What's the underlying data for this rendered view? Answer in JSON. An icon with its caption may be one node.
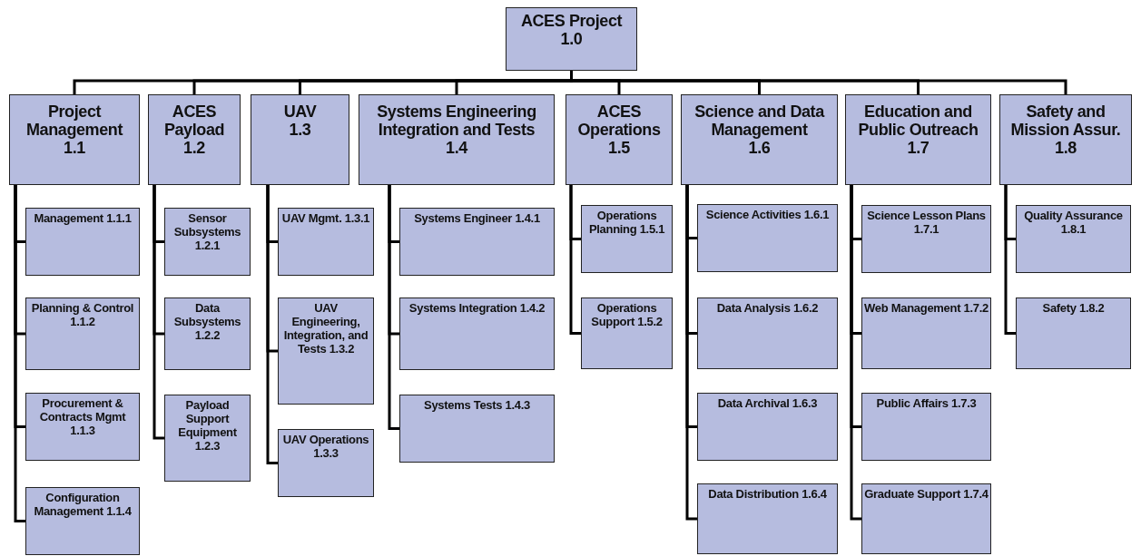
{
  "diagram": {
    "nodes": [
      {
        "text": [
          "ACES Project",
          "1.0"
        ]
      },
      {
        "text": [
          "Project Management",
          "1.1"
        ]
      },
      {
        "text": [
          "ACES Payload",
          "1.2"
        ]
      },
      {
        "text": [
          "UAV",
          "1.3"
        ]
      },
      {
        "text": [
          "Systems Engineering Integration and Tests",
          "1.4"
        ]
      },
      {
        "text": [
          "ACES Operations",
          "1.5"
        ]
      },
      {
        "text": [
          "Science and Data Management",
          "1.6"
        ]
      },
      {
        "text": [
          "Education and Public Outreach",
          "1.7"
        ]
      },
      {
        "text": [
          "Safety and Mission Assur.",
          "1.8"
        ]
      },
      {
        "text": [
          "Management 1.1.1"
        ]
      },
      {
        "text": [
          "Planning & Control 1.1.2"
        ]
      },
      {
        "text": [
          "Procurement & Contracts Mgmt 1.1.3"
        ]
      },
      {
        "text": [
          "Configuration Management 1.1.4"
        ]
      },
      {
        "text": [
          "Sensor Subsystems 1.2.1"
        ]
      },
      {
        "text": [
          "Data Subsystems 1.2.2"
        ]
      },
      {
        "text": [
          "Payload Support Equipment 1.2.3"
        ]
      },
      {
        "text": [
          "UAV Mgmt. 1.3.1"
        ]
      },
      {
        "text": [
          "UAV Engineering, Integration, and Tests 1.3.2"
        ]
      },
      {
        "text": [
          "UAV Operations 1.3.3"
        ]
      },
      {
        "text": [
          "Systems Engineer 1.4.1"
        ]
      },
      {
        "text": [
          "Systems Integration 1.4.2"
        ]
      },
      {
        "text": [
          "Systems Tests 1.4.3"
        ]
      },
      {
        "text": [
          "Operations Planning 1.5.1"
        ]
      },
      {
        "text": [
          "Operations Support 1.5.2"
        ]
      },
      {
        "text": [
          "Science Activities 1.6.1"
        ]
      },
      {
        "text": [
          "Data Analysis 1.6.2"
        ]
      },
      {
        "text": [
          "Data Archival 1.6.3"
        ]
      },
      {
        "text": [
          "Data Distribution 1.6.4"
        ]
      },
      {
        "text": [
          "Science Lesson Plans 1.7.1"
        ]
      },
      {
        "text": [
          "Web Management 1.7.2"
        ]
      },
      {
        "text": [
          "Public Affairs 1.7.3"
        ]
      },
      {
        "text": [
          "Graduate Support 1.7.4"
        ]
      },
      {
        "text": [
          "Quality Assurance 1.8.1"
        ]
      },
      {
        "text": [
          "Safety 1.8.2"
        ]
      }
    ],
    "edges": [
      {
        "from": 0,
        "to": 1,
        "arrow": "none"
      },
      {
        "from": 0,
        "to": 2,
        "arrow": "none"
      },
      {
        "from": 0,
        "to": 3,
        "arrow": "none"
      },
      {
        "from": 0,
        "to": 4,
        "arrow": "none"
      },
      {
        "from": 0,
        "to": 5,
        "arrow": "none"
      },
      {
        "from": 0,
        "to": 6,
        "arrow": "none"
      },
      {
        "from": 0,
        "to": 7,
        "arrow": "none"
      },
      {
        "from": 0,
        "to": 8,
        "arrow": "none"
      },
      {
        "from": 1,
        "to": 9,
        "arrow": "none"
      },
      {
        "from": 1,
        "to": 10,
        "arrow": "none"
      },
      {
        "from": 1,
        "to": 11,
        "arrow": "none"
      },
      {
        "from": 1,
        "to": 12,
        "arrow": "none"
      },
      {
        "from": 2,
        "to": 13,
        "arrow": "none"
      },
      {
        "from": 2,
        "to": 14,
        "arrow": "none"
      },
      {
        "from": 2,
        "to": 15,
        "arrow": "none"
      },
      {
        "from": 3,
        "to": 16,
        "arrow": "none"
      },
      {
        "from": 3,
        "to": 17,
        "arrow": "none"
      },
      {
        "from": 3,
        "to": 18,
        "arrow": "none"
      },
      {
        "from": 4,
        "to": 19,
        "arrow": "none"
      },
      {
        "from": 4,
        "to": 20,
        "arrow": "none"
      },
      {
        "from": 4,
        "to": 21,
        "arrow": "none"
      },
      {
        "from": 5,
        "to": 22,
        "arrow": "none"
      },
      {
        "from": 5,
        "to": 23,
        "arrow": "none"
      },
      {
        "from": 6,
        "to": 24,
        "arrow": "none"
      },
      {
        "from": 6,
        "to": 25,
        "arrow": "none"
      },
      {
        "from": 6,
        "to": 26,
        "arrow": "none"
      },
      {
        "from": 6,
        "to": 27,
        "arrow": "none"
      },
      {
        "from": 7,
        "to": 28,
        "arrow": "none"
      },
      {
        "from": 7,
        "to": 29,
        "arrow": "none"
      },
      {
        "from": 7,
        "to": 30,
        "arrow": "none"
      },
      {
        "from": 7,
        "to": 31,
        "arrow": "none"
      },
      {
        "from": 8,
        "to": 32,
        "arrow": "none"
      },
      {
        "from": 8,
        "to": 33,
        "arrow": "none"
      }
    ]
  }
}
